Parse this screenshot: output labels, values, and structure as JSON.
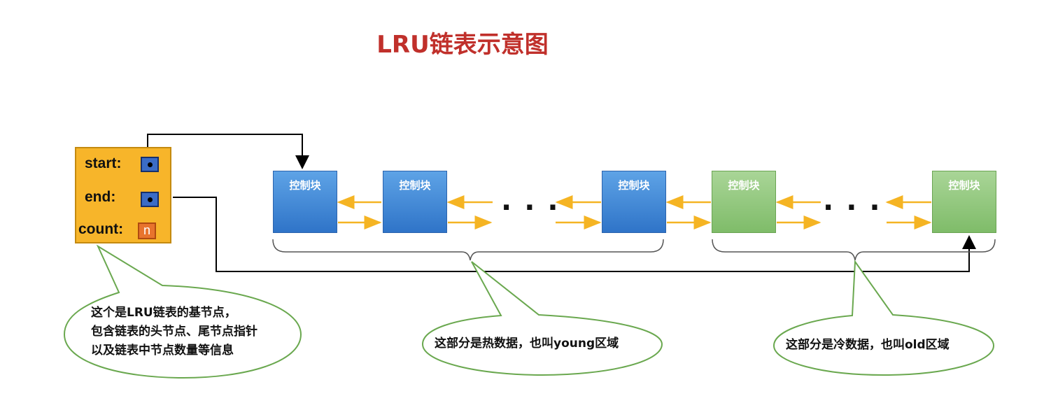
{
  "title": "LRU链表示意图",
  "base_node": {
    "start_label": "start:",
    "end_label": "end:",
    "count_label": "count:",
    "count_value": "n"
  },
  "block_label": "控制块",
  "ellipsis": "...",
  "callouts": {
    "base_node": [
      "这个是LRU链表的基节点，",
      "包含链表的头节点、尾节点指针",
      "以及链表中节点数量等信息"
    ],
    "young": "这部分是热数据，也叫young区域",
    "old": "这部分是冷数据，也叫old区域"
  },
  "colors": {
    "title": "#c0302b",
    "base_node": "#f7b52a",
    "hot_block": "#3e86d8",
    "cold_block": "#94c981",
    "arrow": "#f5b423",
    "callout_border": "#6aa84f"
  }
}
